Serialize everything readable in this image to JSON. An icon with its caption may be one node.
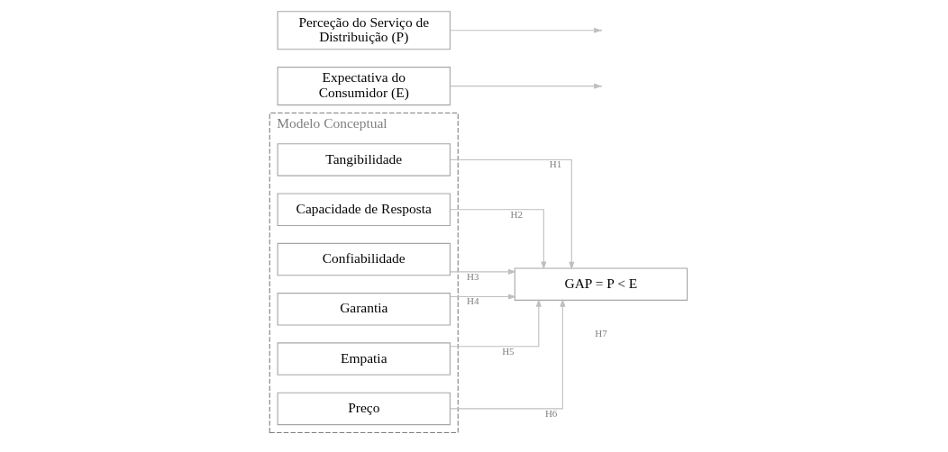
{
  "diagram": {
    "nodes": [
      {
        "text": [
          "Modelo Conceptual"
        ]
      },
      {
        "text": [
          "Tangibilidade"
        ],
        "in": 0
      },
      {
        "text": [
          "Capacidade de Resposta"
        ],
        "in": 0
      },
      {
        "text": [
          "Confiabilidade"
        ],
        "in": 0
      },
      {
        "text": [
          "Garantia"
        ],
        "in": 0
      },
      {
        "text": [
          "Empatia"
        ],
        "in": 0
      },
      {
        "text": [
          "Preço"
        ],
        "in": 0
      },
      {
        "text": [
          "Expectativa do Consumidor (E)"
        ]
      },
      {
        "text": [
          "Perceção do Serviço de Distribuição (P)"
        ]
      },
      {
        "text": [
          "GAP = P < E"
        ],
        "beside": [
          "H7"
        ]
      }
    ],
    "edges": [
      {
        "from": 1,
        "to": 9,
        "arrow": "to",
        "label": "H1"
      },
      {
        "from": 2,
        "to": 9,
        "arrow": "to",
        "label": "H2"
      },
      {
        "from": 3,
        "to": 9,
        "arrow": "to",
        "label": "H3"
      },
      {
        "from": 4,
        "to": 9,
        "arrow": "to",
        "label": "H4"
      },
      {
        "from": 5,
        "to": 9,
        "arrow": "to",
        "label": "H5"
      },
      {
        "from": 6,
        "to": 9,
        "arrow": "to",
        "label": "H6"
      },
      {
        "from": 7,
        "to": null,
        "arrow": "to"
      },
      {
        "from": 8,
        "to": null,
        "arrow": "to"
      }
    ]
  }
}
